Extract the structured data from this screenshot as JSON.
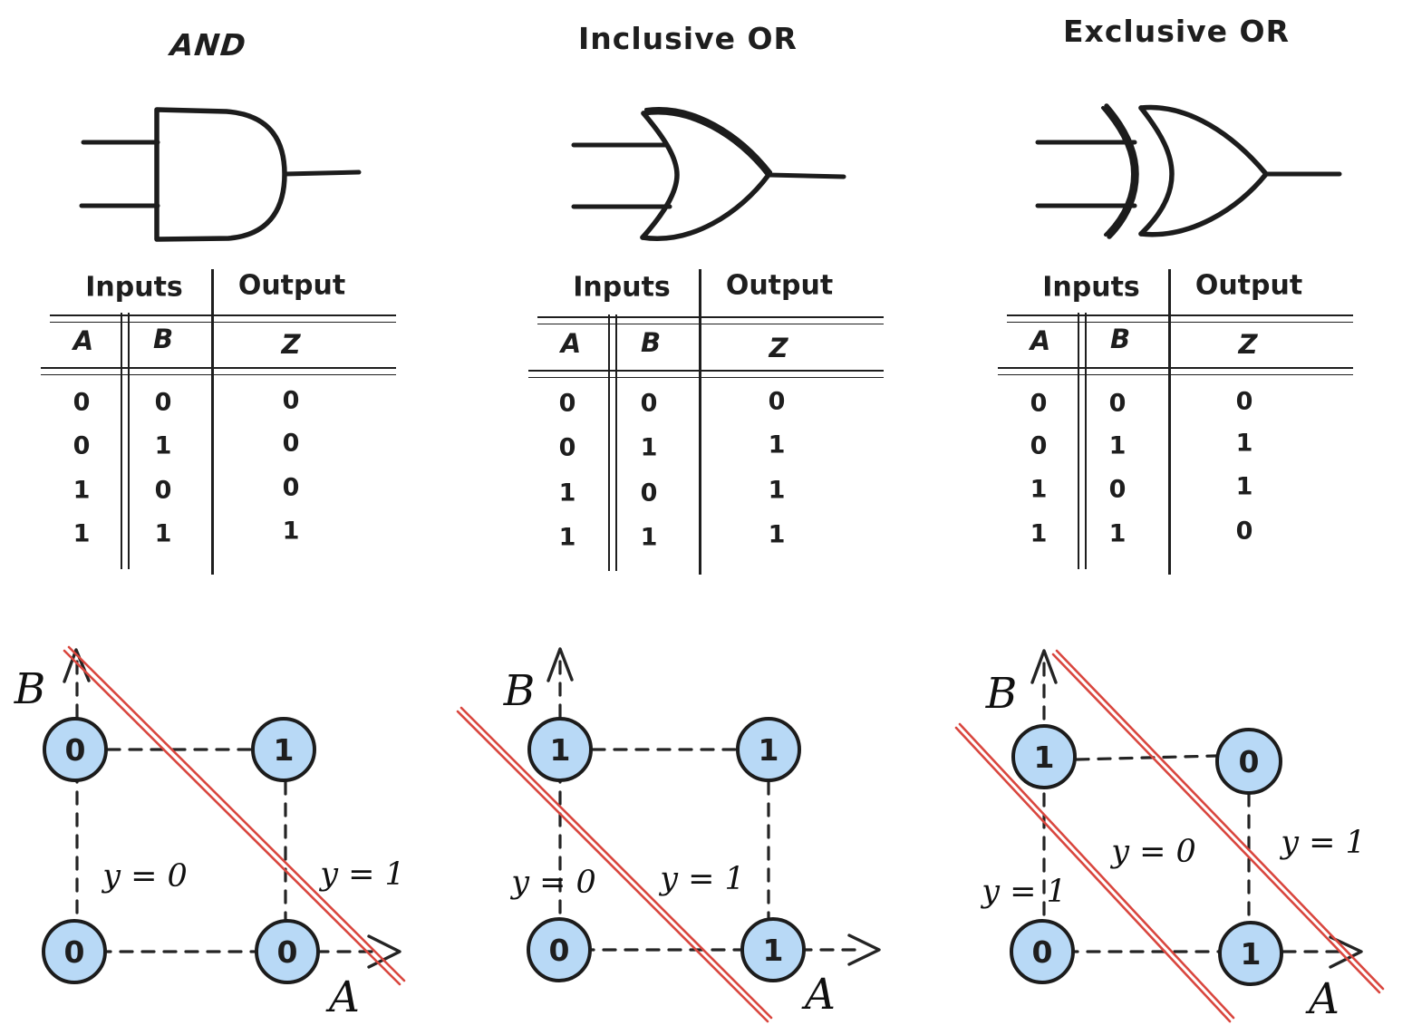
{
  "columns": [
    {
      "title": "AND",
      "gate": "and-gate",
      "table": {
        "inputs_label": "Inputs",
        "output_label": "Output",
        "col_a": "A",
        "col_b": "B",
        "col_z": "Z",
        "rows": [
          [
            "0",
            "0",
            "0"
          ],
          [
            "0",
            "1",
            "0"
          ],
          [
            "1",
            "0",
            "0"
          ],
          [
            "1",
            "1",
            "1"
          ]
        ]
      },
      "plot": {
        "axis_vertical": "B",
        "axis_horizontal": "A",
        "top_left": "0",
        "top_right": "1",
        "bottom_left": "0",
        "bottom_right": "0",
        "region_labels": {
          "left": "y = 0",
          "right": "y = 1"
        }
      }
    },
    {
      "title": "Inclusive OR",
      "gate": "or-gate",
      "table": {
        "inputs_label": "Inputs",
        "output_label": "Output",
        "col_a": "A",
        "col_b": "B",
        "col_z": "Z",
        "rows": [
          [
            "0",
            "0",
            "0"
          ],
          [
            "0",
            "1",
            "1"
          ],
          [
            "1",
            "0",
            "1"
          ],
          [
            "1",
            "1",
            "1"
          ]
        ]
      },
      "plot": {
        "axis_vertical": "B",
        "axis_horizontal": "A",
        "top_left": "1",
        "top_right": "1",
        "bottom_left": "0",
        "bottom_right": "1",
        "region_labels": {
          "left": "y = 0",
          "right": "y = 1"
        }
      }
    },
    {
      "title": "Exclusive OR",
      "gate": "xor-gate",
      "table": {
        "inputs_label": "Inputs",
        "output_label": "Output",
        "col_a": "A",
        "col_b": "B",
        "col_z": "Z",
        "rows": [
          [
            "0",
            "0",
            "0"
          ],
          [
            "0",
            "1",
            "1"
          ],
          [
            "1",
            "0",
            "1"
          ],
          [
            "1",
            "1",
            "0"
          ]
        ]
      },
      "plot": {
        "axis_vertical": "B",
        "axis_horizontal": "A",
        "top_left": "1",
        "top_right": "0",
        "bottom_left": "0",
        "bottom_right": "1",
        "region_labels": {
          "far_left": "y = 1",
          "middle": "y = 0",
          "right": "y = 1"
        }
      }
    }
  ],
  "colors": {
    "ink": "#1c1c1c",
    "node_fill": "#b8d9f6",
    "separator_red": "#d9463e"
  }
}
